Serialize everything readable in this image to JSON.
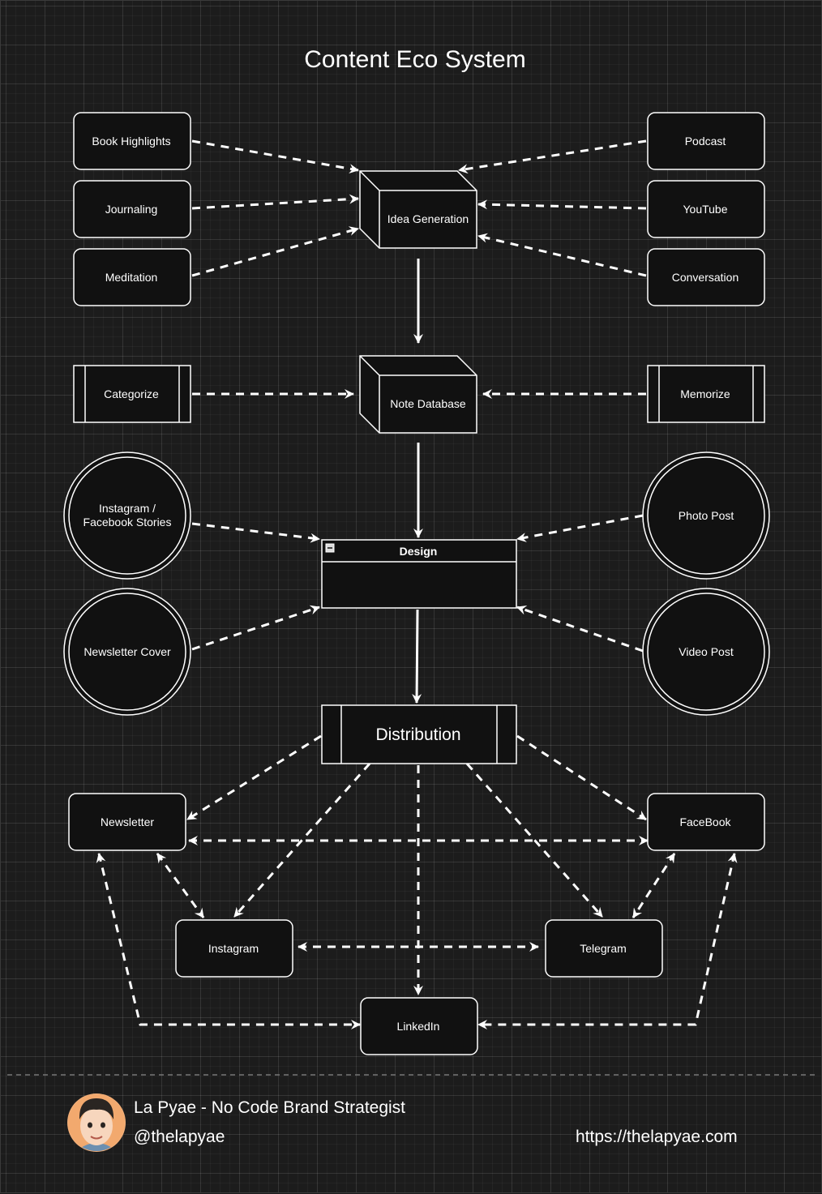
{
  "title": "Content Eco System",
  "nodes": {
    "book_highlights": "Book Highlights",
    "journaling": "Journaling",
    "meditation": "Meditation",
    "podcast": "Podcast",
    "youtube": "YouTube",
    "conversation": "Conversation",
    "idea_generation": "Idea Generation",
    "categorize": "Categorize",
    "memorize": "Memorize",
    "note_database": "Note Database",
    "ig_fb_stories_line1": "Instagram /",
    "ig_fb_stories_line2": "Facebook Stories",
    "newsletter_cover": "Newsletter Cover",
    "photo_post": "Photo Post",
    "video_post": "Video Post",
    "design": "Design",
    "distribution": "Distribution",
    "newsletter": "Newsletter",
    "facebook": "FaceBook",
    "instagram": "Instagram",
    "telegram": "Telegram",
    "linkedin": "LinkedIn"
  },
  "footer": {
    "name": "La Pyae - No Code Brand Strategist",
    "handle": "@thelapyae",
    "website": "https://thelapyae.com"
  },
  "colors": {
    "background": "#1c1c1c",
    "node_fill": "#111111",
    "stroke": "#ffffff"
  }
}
